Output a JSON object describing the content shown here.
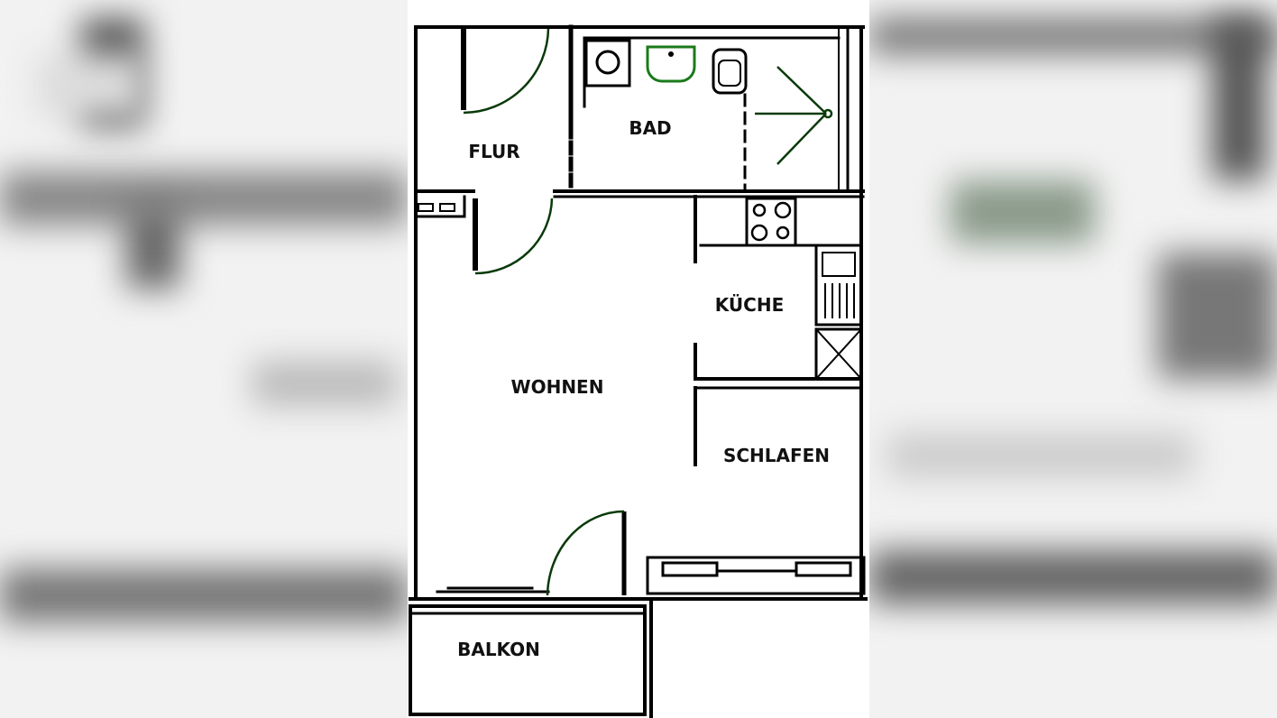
{
  "floor_plan": {
    "rooms": [
      {
        "id": "flur",
        "label": "FLUR"
      },
      {
        "id": "bad",
        "label": "BAD"
      },
      {
        "id": "kueche",
        "label": "KÜCHE"
      },
      {
        "id": "wohnen",
        "label": "WOHNEN"
      },
      {
        "id": "schlafen",
        "label": "SCHLAFEN"
      },
      {
        "id": "balkon",
        "label": "BALKON"
      }
    ],
    "colors": {
      "wall": "#000000",
      "fixture_accent": "#1a7a1a",
      "background": "#ffffff"
    }
  }
}
